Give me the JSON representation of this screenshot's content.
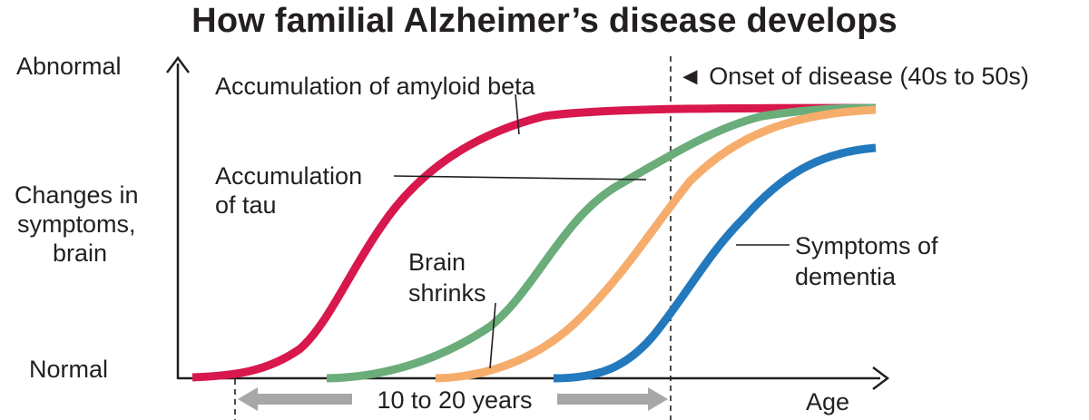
{
  "title": "How familial Alzheimer’s disease develops",
  "y_axis": {
    "top_label": "Abnormal",
    "middle_label": [
      "Changes in",
      "symptoms,",
      "brain"
    ],
    "bottom_label": "Normal"
  },
  "x_axis": {
    "label": "Age"
  },
  "onset": {
    "label": "◄ Onset of disease (40s to 50s)"
  },
  "span": {
    "label": "10 to 20 years"
  },
  "curves": [
    {
      "name": "amyloid",
      "label": [
        "Accumulation of amyloid beta"
      ],
      "color": "#d8174d"
    },
    {
      "name": "tau",
      "label": [
        "Accumulation",
        "of tau"
      ],
      "color": "#6aad7a"
    },
    {
      "name": "brain",
      "label": [
        "Brain",
        "shrinks"
      ],
      "color": "#f6ad6c"
    },
    {
      "name": "dementia",
      "label": [
        "Symptoms of",
        "dementia"
      ],
      "color": "#2379bd"
    }
  ],
  "colors": {
    "axis": "#231f20",
    "arrow": "#a7a7a7"
  }
}
